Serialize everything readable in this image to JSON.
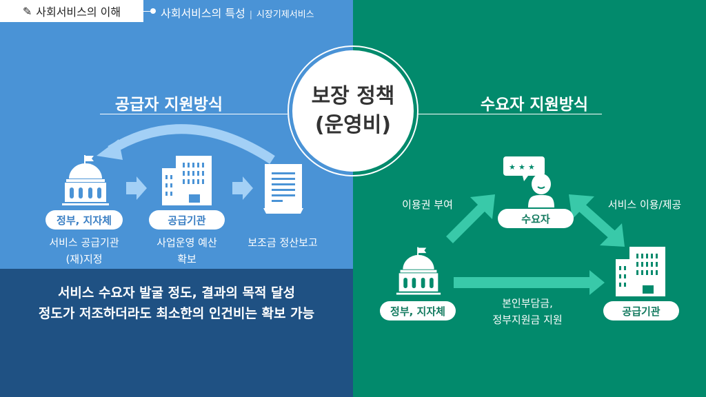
{
  "header": {
    "title": "사회서비스의 이해",
    "subtitle": "사회서비스의 특성",
    "separator": "|",
    "subsection": "시장기제서비스"
  },
  "center": {
    "line1": "보장 정책",
    "line2": "(운영비)"
  },
  "left": {
    "title": "공급자 지원방식",
    "nodes": [
      {
        "label": "정부, 지자체",
        "caption1": "서비스 공급기관",
        "caption2": "(재)지정"
      },
      {
        "label": "공급기관",
        "caption1": "사업운영 예산",
        "caption2": "확보"
      },
      {
        "caption1": "보조금 정산보고"
      }
    ],
    "summary1": "서비스 수요자 발굴 정도, 결과의 목적 달성",
    "summary2": "정도가 저조하더라도 최소한의 인건비는 확보 가능"
  },
  "right": {
    "title": "수요자 지원방식",
    "consumer": "수요자",
    "government": "정부, 지자체",
    "provider": "공급기관",
    "edge_voucher": "이용권 부여",
    "edge_service": "서비스 이용/제공",
    "edge_support1": "본인부담금,",
    "edge_support2": "정부지원금 지원"
  },
  "colors": {
    "blue": "#4a93d6",
    "dark_blue": "#1f5183",
    "green": "#028a6c",
    "arrow_green": "#39c9a9",
    "arrow_blue": "#a3d0f6"
  }
}
